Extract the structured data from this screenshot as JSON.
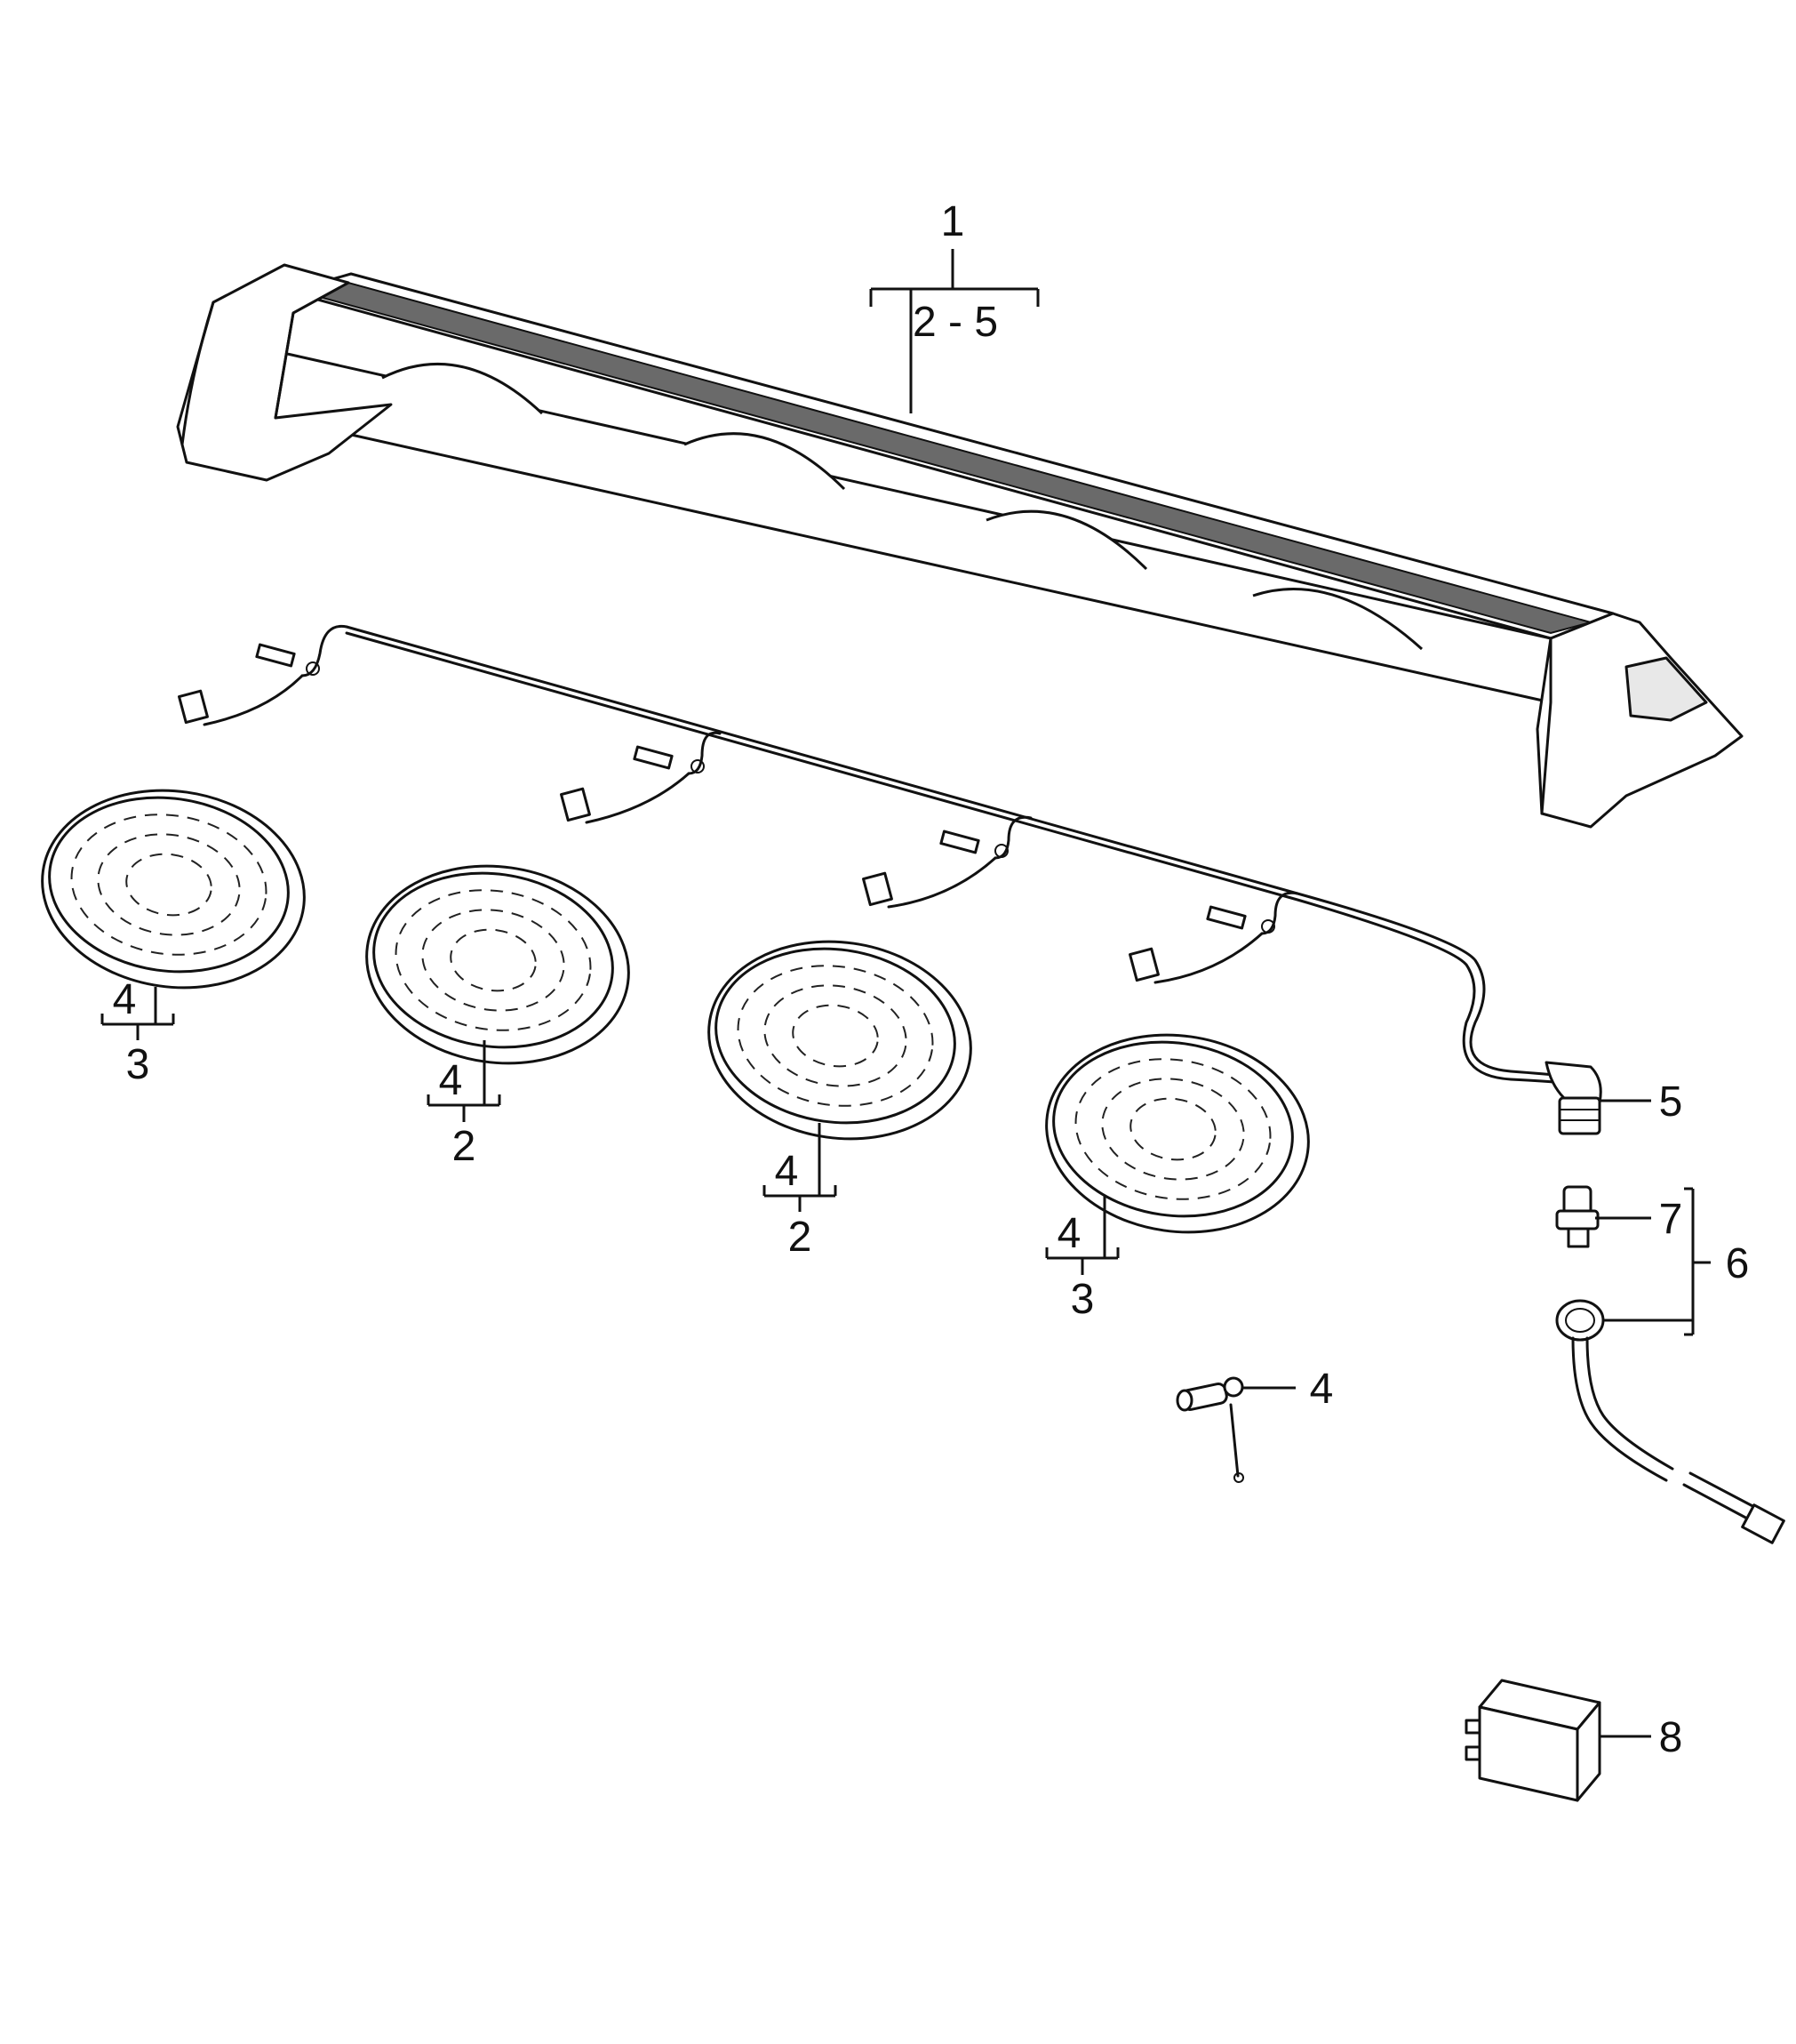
{
  "callouts": {
    "bar_assembly": "1",
    "bar_range": "2 - 5",
    "lamp1_top": "4",
    "lamp1_bottom": "3",
    "lamp2_top": "4",
    "lamp2_bottom": "2",
    "lamp3_top": "4",
    "lamp3_bottom": "2",
    "lamp4_top": "4",
    "lamp4_bottom": "3",
    "connector": "5",
    "pin": "7",
    "plug_group": "6",
    "bulb": "4",
    "relay": "8"
  }
}
